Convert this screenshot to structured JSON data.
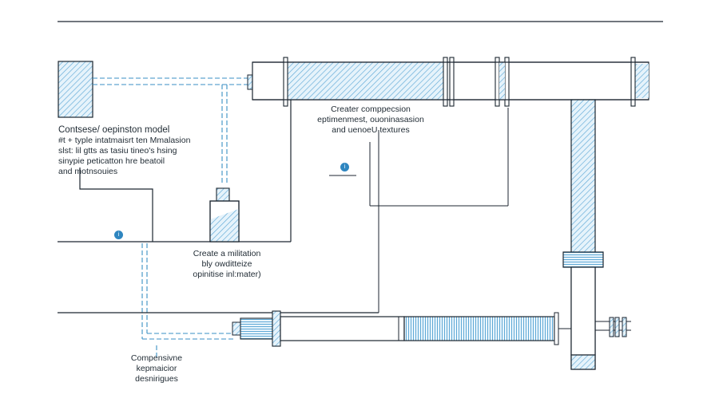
{
  "labels": {
    "tank_note": [
      "Contsese/ oepinston model",
      "#t + typle intatmaisrt ten Mmalasion",
      "slst: lil gtts as tasiu tineo's hsing",
      "sinypie peticatton hre beatoil",
      "and motnsouies"
    ],
    "compression_note": [
      "Creater comppecsion",
      "eptimenmest, ouoninasasion",
      "and uenoeU textures"
    ],
    "middle_note": [
      "Create a militation",
      "bly owditteize",
      "opinitise inl:mater)"
    ],
    "bottom_note": [
      "Compensivne",
      "kepmaicior",
      "desnirigues"
    ]
  },
  "markers": [
    {
      "label": "i"
    },
    {
      "label": "i"
    }
  ],
  "colors": {
    "line": "#1c2630",
    "accent_blue": "#3a8fc4",
    "hatch_blue": "#6fb4dc",
    "marker_blue": "#2f86c0"
  }
}
